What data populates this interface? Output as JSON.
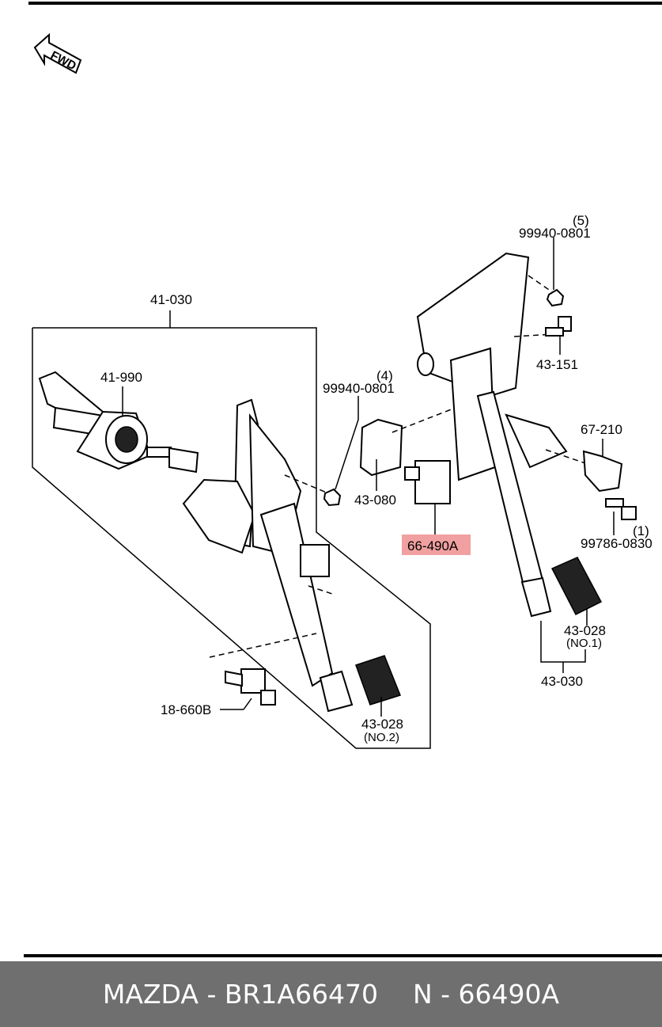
{
  "diagram": {
    "fwd_label": "FWD",
    "callouts": {
      "assembly_left": "41-030",
      "master_cylinder": "41-990",
      "nut_left_part": "99940-0801",
      "nut_left_qty": "(4)",
      "nut_right_part": "99940-0801",
      "nut_right_qty": "(5)",
      "bracket": "43-080",
      "bolt_top": "43-151",
      "stop_switch_highlight": "66-490A",
      "switch_right": "67-210",
      "bolt_right_part": "99786-0830",
      "bolt_right_qty": "(1)",
      "pad_right": "43-028",
      "pad_right_no": "(NO.1)",
      "pedal_right": "43-030",
      "clutch_switch": "18-660B",
      "pad_left": "43-028",
      "pad_left_no": "(NO.2)"
    },
    "highlight_color": "#f0a0a0"
  },
  "footer": {
    "part_text": "MAZDA - BR1A66470",
    "number_text": "N - 66490A"
  },
  "colors": {
    "footer_bg": "#6f6f6f",
    "footer_text": "#ffffff"
  }
}
